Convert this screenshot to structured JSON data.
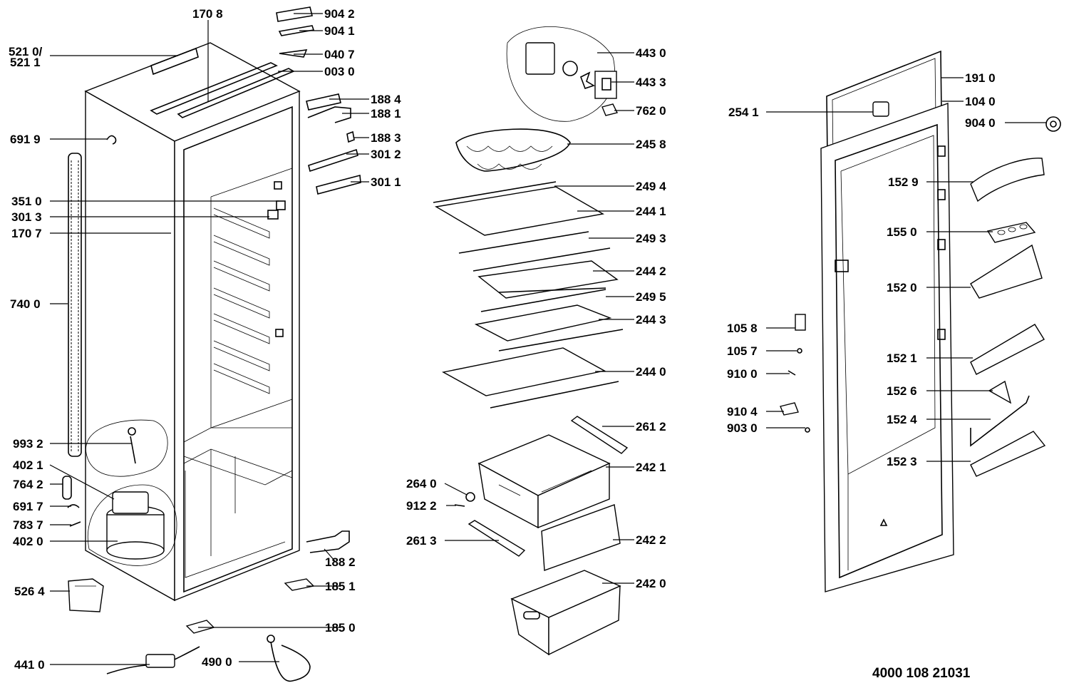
{
  "reference_code": "4000 108 21031",
  "parts": [
    {
      "id": "p5210",
      "label": "521 0/"
    },
    {
      "id": "p5211",
      "label": "521 1"
    },
    {
      "id": "p1708",
      "label": "170 8"
    },
    {
      "id": "p6919",
      "label": "691 9"
    },
    {
      "id": "p3510",
      "label": "351 0"
    },
    {
      "id": "p3013",
      "label": "301 3"
    },
    {
      "id": "p1707",
      "label": "170 7"
    },
    {
      "id": "p7400",
      "label": "740 0"
    },
    {
      "id": "p9932",
      "label": "993 2"
    },
    {
      "id": "p4021",
      "label": "402 1"
    },
    {
      "id": "p7642",
      "label": "764 2"
    },
    {
      "id": "p6917",
      "label": "691 7"
    },
    {
      "id": "p7837",
      "label": "783 7"
    },
    {
      "id": "p4020",
      "label": "402 0"
    },
    {
      "id": "p5264",
      "label": "526 4"
    },
    {
      "id": "p4410",
      "label": "441 0"
    },
    {
      "id": "p4900",
      "label": "490 0"
    },
    {
      "id": "p1850",
      "label": "185 0"
    },
    {
      "id": "p1851",
      "label": "185 1"
    },
    {
      "id": "p1882",
      "label": "188 2"
    },
    {
      "id": "p9042",
      "label": "904 2"
    },
    {
      "id": "p9041",
      "label": "904 1"
    },
    {
      "id": "p0407",
      "label": "040 7"
    },
    {
      "id": "p0030",
      "label": "003 0"
    },
    {
      "id": "p1884",
      "label": "188 4"
    },
    {
      "id": "p1881",
      "label": "188 1"
    },
    {
      "id": "p1883",
      "label": "188 3"
    },
    {
      "id": "p3012",
      "label": "301 2"
    },
    {
      "id": "p3011",
      "label": "301 1"
    },
    {
      "id": "p4430",
      "label": "443 0"
    },
    {
      "id": "p4433",
      "label": "443 3"
    },
    {
      "id": "p7620",
      "label": "762 0"
    },
    {
      "id": "p2458",
      "label": "245 8"
    },
    {
      "id": "p2494",
      "label": "249 4"
    },
    {
      "id": "p2441",
      "label": "244 1"
    },
    {
      "id": "p2493",
      "label": "249 3"
    },
    {
      "id": "p2442",
      "label": "244 2"
    },
    {
      "id": "p2495",
      "label": "249 5"
    },
    {
      "id": "p2443",
      "label": "244 3"
    },
    {
      "id": "p2440",
      "label": "244 0"
    },
    {
      "id": "p2612",
      "label": "261 2"
    },
    {
      "id": "p2421",
      "label": "242 1"
    },
    {
      "id": "p2640",
      "label": "264 0"
    },
    {
      "id": "p9122",
      "label": "912 2"
    },
    {
      "id": "p2613",
      "label": "261 3"
    },
    {
      "id": "p2422",
      "label": "242 2"
    },
    {
      "id": "p2420",
      "label": "242 0"
    },
    {
      "id": "p1910",
      "label": "191 0"
    },
    {
      "id": "p2541",
      "label": "254 1"
    },
    {
      "id": "p1040",
      "label": "104 0"
    },
    {
      "id": "p9040",
      "label": "904 0"
    },
    {
      "id": "p1529",
      "label": "152 9"
    },
    {
      "id": "p1550",
      "label": "155 0"
    },
    {
      "id": "p1520",
      "label": "152 0"
    },
    {
      "id": "p1058",
      "label": "105 8"
    },
    {
      "id": "p1057",
      "label": "105 7"
    },
    {
      "id": "p9100",
      "label": "910 0"
    },
    {
      "id": "p1521",
      "label": "152 1"
    },
    {
      "id": "p1526",
      "label": "152 6"
    },
    {
      "id": "p9104",
      "label": "910 4"
    },
    {
      "id": "p1524",
      "label": "152 4"
    },
    {
      "id": "p9030",
      "label": "903 0"
    },
    {
      "id": "p1523",
      "label": "152 3"
    }
  ]
}
